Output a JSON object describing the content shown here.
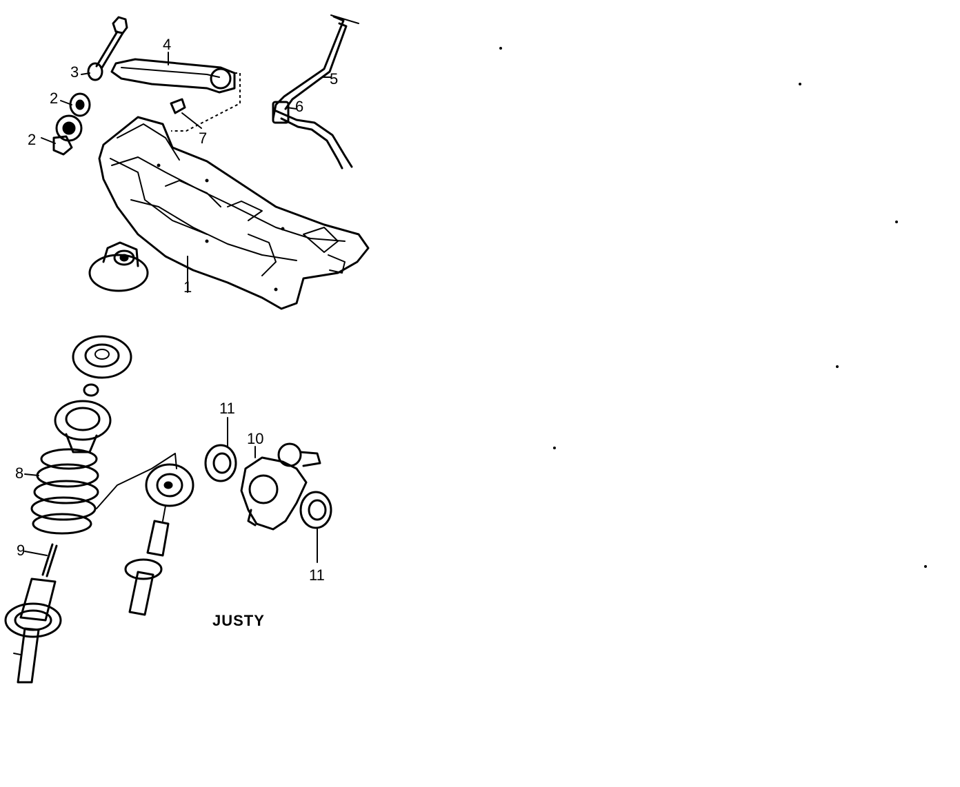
{
  "callouts": {
    "c1": "1",
    "c2a": "2",
    "c2b": "2",
    "c3": "3",
    "c4": "4",
    "c5": "5",
    "c6": "6",
    "c7": "7",
    "c8": "8",
    "c9": "9",
    "c10": "10",
    "c11a": "11",
    "c11b": "11"
  },
  "caption": "JUSTY"
}
